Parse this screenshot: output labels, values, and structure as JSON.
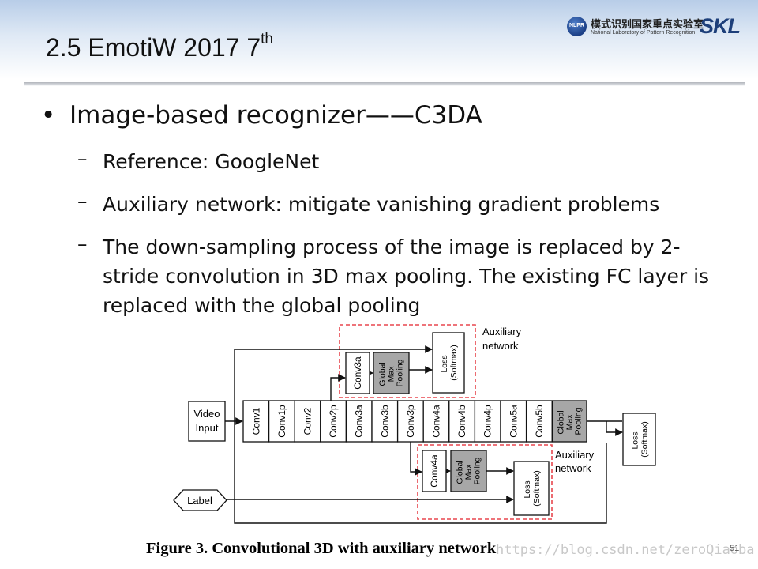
{
  "slide": {
    "title": "2.5 EmotiW 2017 7",
    "title_sup": "th",
    "logo_cn": "模式识别国家重点实验室",
    "logo_en": "National Laboratory of Pattern Recognition",
    "logo_abbr": "SKL",
    "logo_emblem": "NLPR",
    "bullet": "Image-based recognizer——C3DA",
    "bullet_symbol": "•",
    "dash_symbol": "–",
    "subs": [
      "Reference: GoogleNet",
      "Auxiliary network: mitigate vanishing gradient problems",
      "The down-sampling process of the image is replaced by 2-stride convolution in 3D max pooling. The existing FC layer is replaced with the global pooling"
    ],
    "page_number": "51",
    "watermark": "https://blog.csdn.net/zeroQiaoba"
  },
  "figure": {
    "video_input": [
      "Video",
      "Input"
    ],
    "label": "Label",
    "main_layers": [
      "Conv1",
      "Conv1p",
      "Conv2",
      "Conv2p",
      "Conv3a",
      "Conv3b",
      "Conv3p",
      "Conv4a",
      "Conv4b",
      "Conv4p",
      "Conv5a",
      "Conv5b"
    ],
    "global_pool": [
      "Global",
      "Max",
      "Pooling"
    ],
    "loss": [
      "Loss",
      "(Softmax)"
    ],
    "aux1_layer": "Conv3a",
    "aux2_layer": "Conv4a",
    "aux_label": [
      "Auxiliary",
      "network"
    ],
    "caption": "Figure 3. Convolutional 3D with auxiliary network"
  }
}
